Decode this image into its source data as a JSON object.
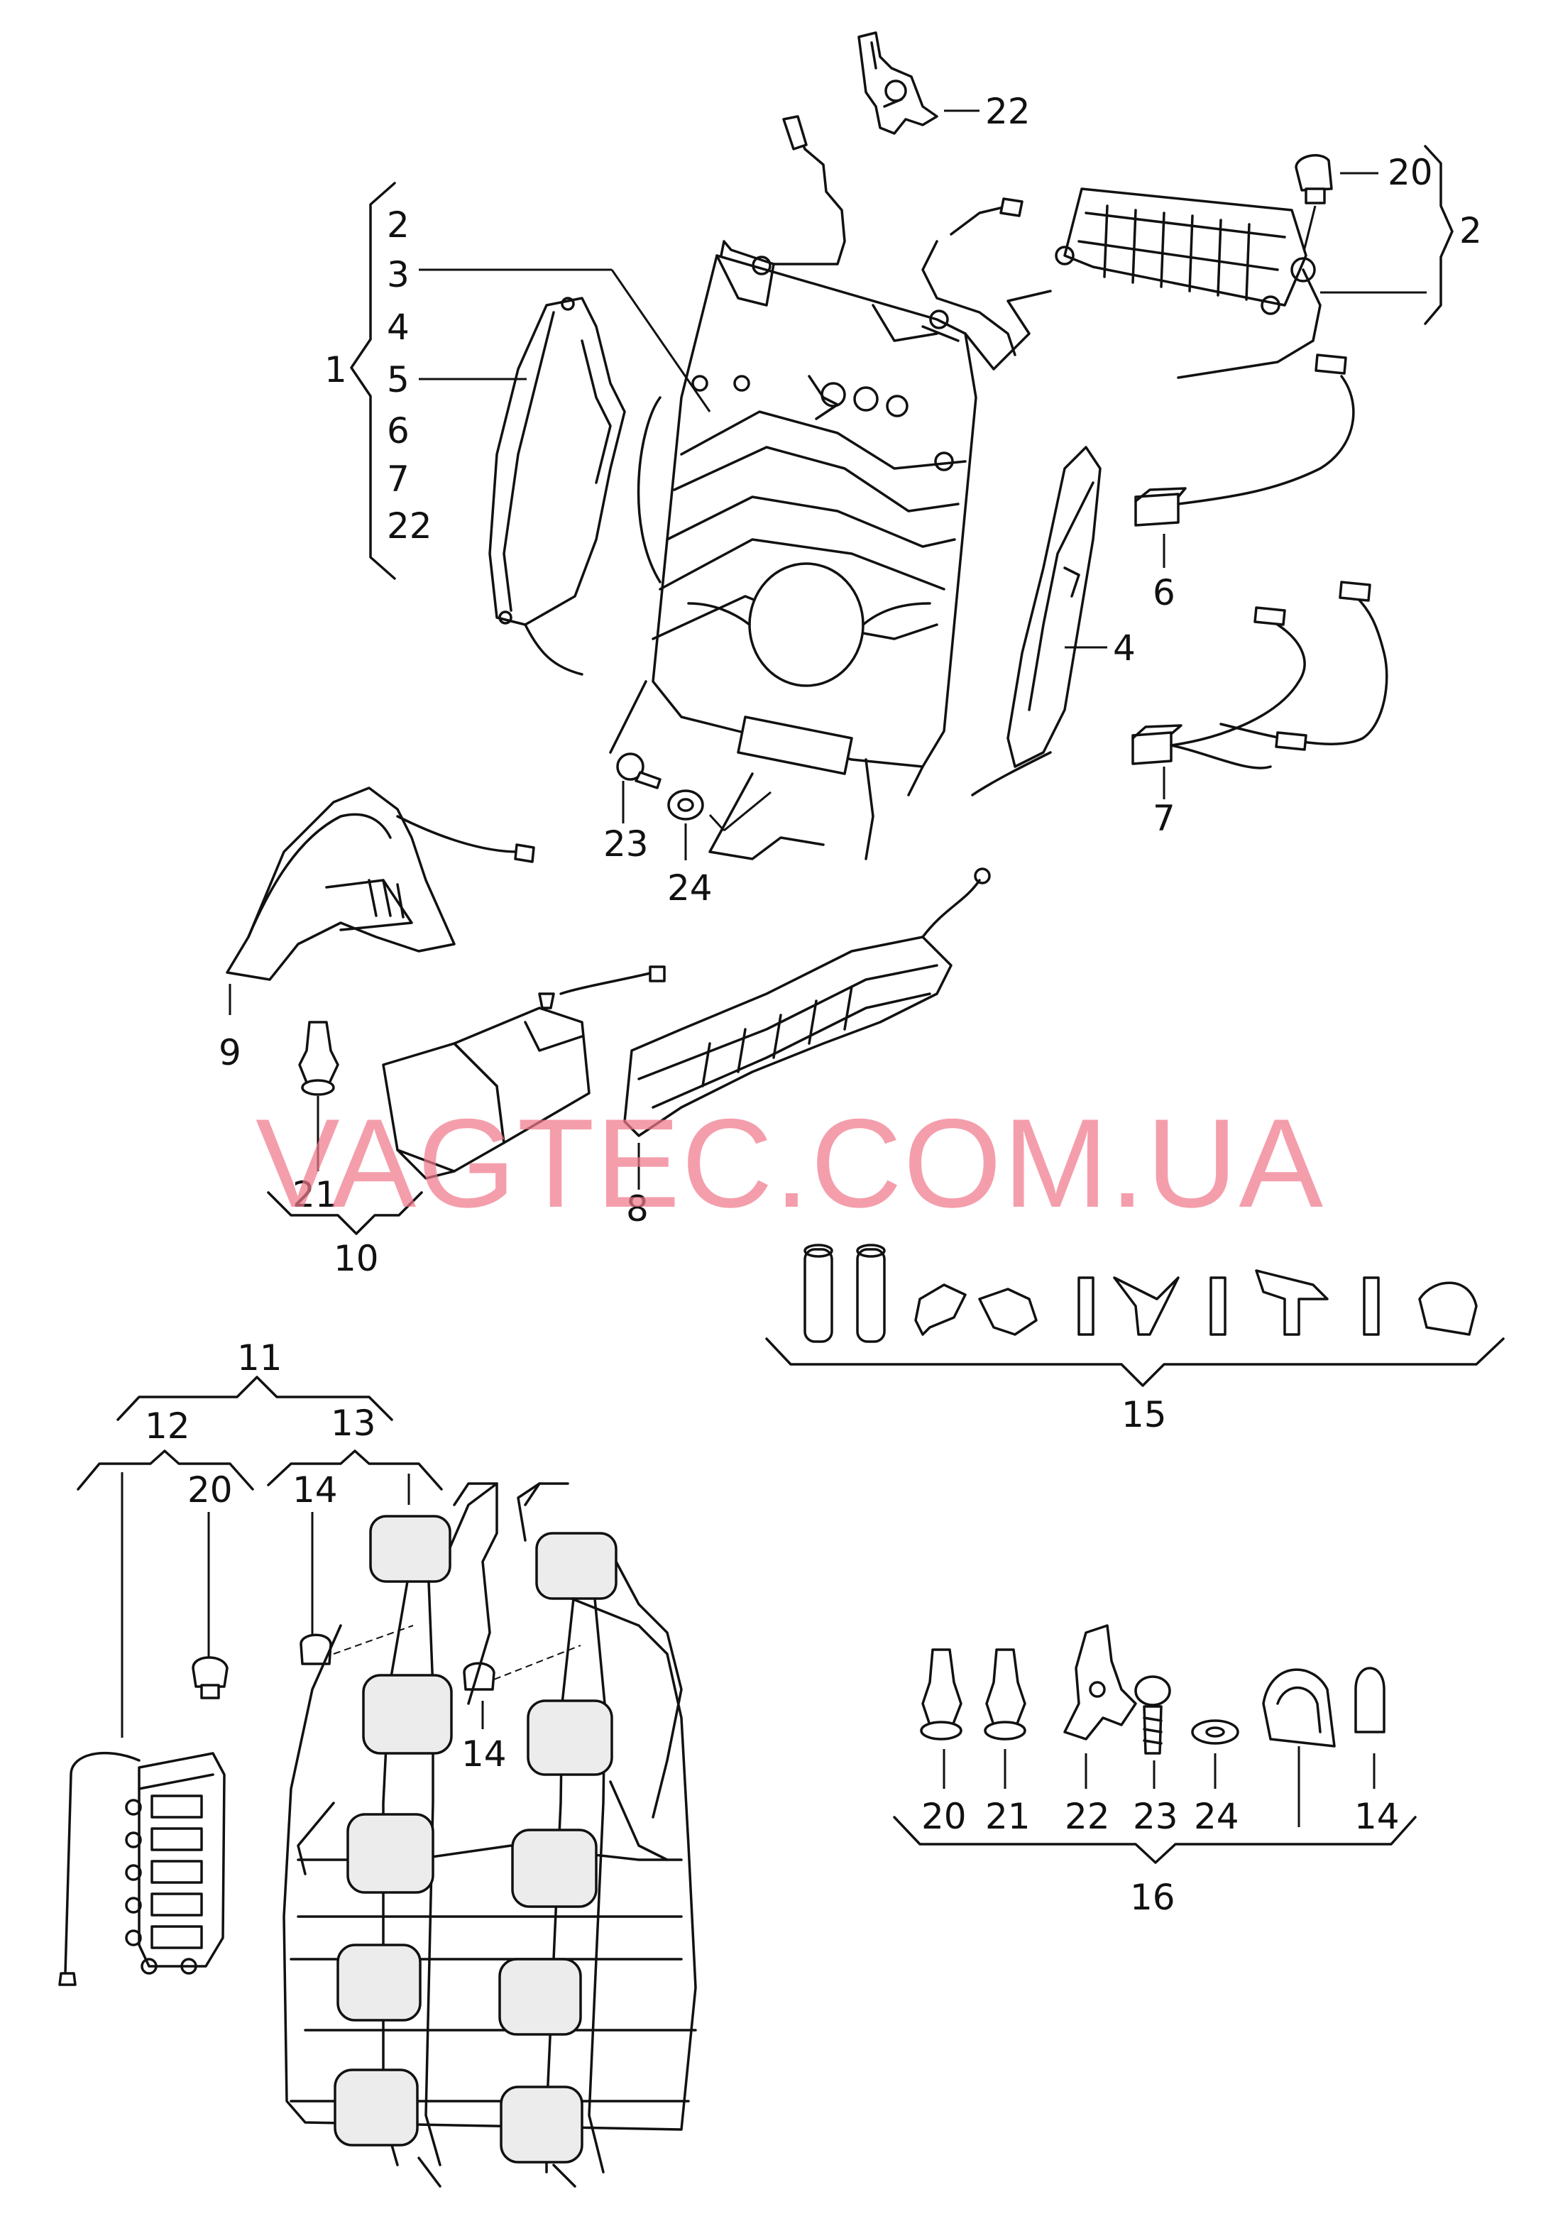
{
  "watermark": "VAGTEC.COM.UA",
  "group_1": {
    "number": "1",
    "items": [
      "2",
      "3",
      "4",
      "5",
      "6",
      "7",
      "22"
    ]
  },
  "labels": {
    "l22_top": "22",
    "l20_top": "20",
    "l2_right": "2",
    "l6": "6",
    "l4": "4",
    "l7": "7",
    "l23": "23",
    "l24": "24",
    "l9": "9",
    "l21": "21",
    "l10": "10",
    "l8": "8",
    "l15": "15",
    "l11": "11",
    "l12": "12",
    "l13": "13",
    "l20_mid": "20",
    "l14_a": "14",
    "l14_b": "14"
  },
  "group_16": {
    "number": "16",
    "items": [
      "20",
      "21",
      "22",
      "23",
      "24",
      "14"
    ]
  }
}
